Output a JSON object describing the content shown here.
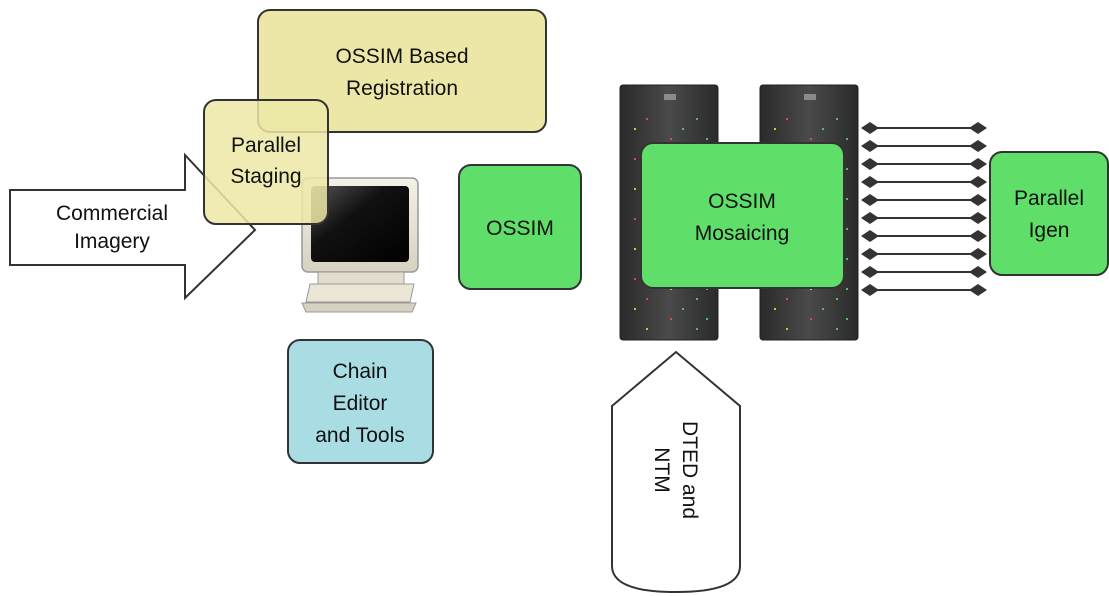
{
  "nodes": {
    "commercial_imagery": {
      "line1": "Commercial",
      "line2": "Imagery"
    },
    "registration": {
      "line1": "OSSIM Based",
      "line2": "Registration"
    },
    "parallel_staging": {
      "line1": "Parallel",
      "line2": "Staging"
    },
    "ossim": {
      "label": "OSSIM"
    },
    "mosaicing": {
      "line1": "OSSIM",
      "line2": "Mosaicing"
    },
    "parallel_igen": {
      "line1": "Parallel",
      "line2": "Igen"
    },
    "chain_editor": {
      "line1": "Chain",
      "line2": "Editor",
      "line3": "and Tools"
    },
    "dted": {
      "line1": "DTED and",
      "line2": "NTM"
    }
  },
  "colors": {
    "yellow_box": "#ece7a6",
    "green_box": "#5fdf6a",
    "blue_box": "#a9dde3",
    "server": "#3c3c3c"
  },
  "icons": [
    "desktop-computer-icon",
    "server-rack-icon",
    "network-link-icon"
  ]
}
